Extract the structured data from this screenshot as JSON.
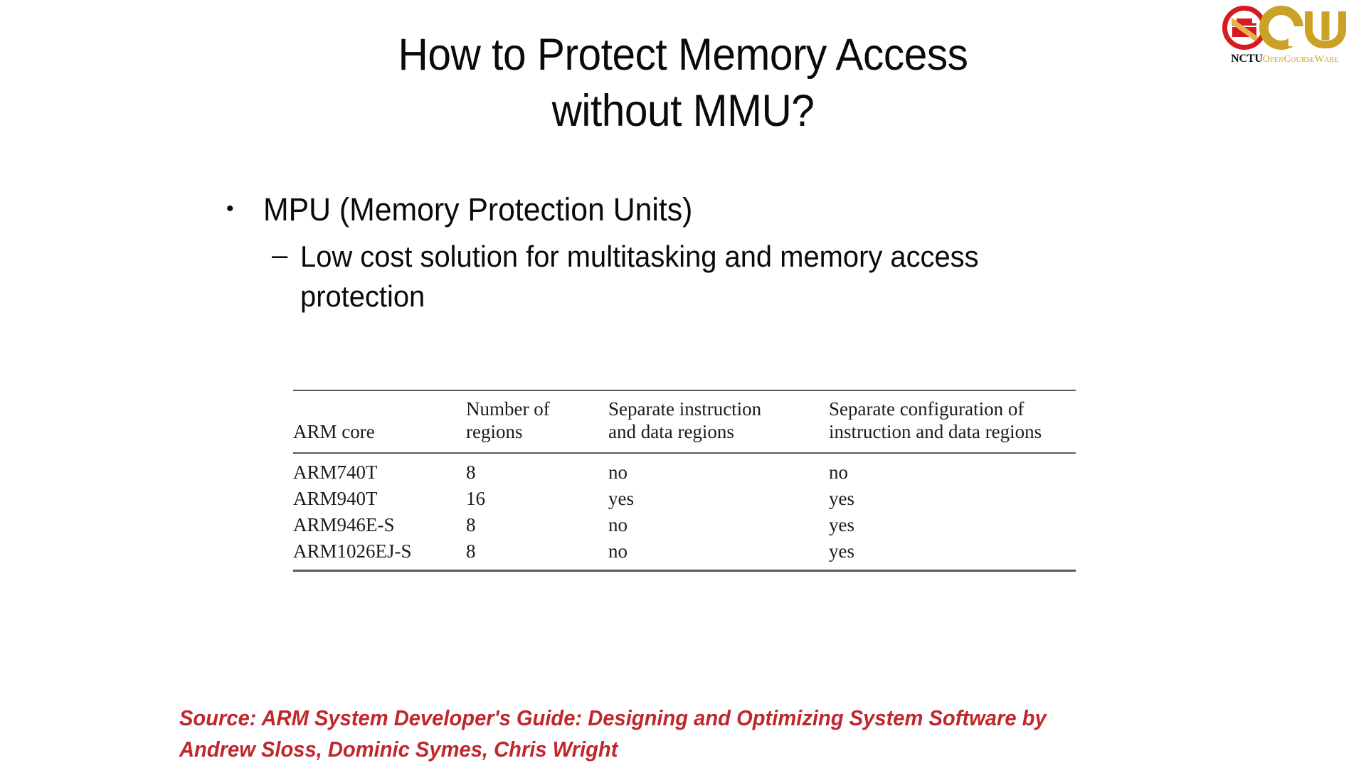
{
  "slide": {
    "title": "How to Protect Memory Access without MMU?",
    "title_lines": [
      "How to Protect Memory Access",
      "without MMU?"
    ],
    "bullets": [
      {
        "level": 1,
        "marker": "•",
        "text": "MPU (Memory Protection Units)"
      },
      {
        "level": 2,
        "marker": "–",
        "text": "Low cost solution for multitasking and memory access protection"
      }
    ],
    "source_lines": [
      "Source: ARM System Developer's Guide: Designing and Optimizing System Software by",
      "Andrew Sloss, Dominic Symes, Chris Wright"
    ],
    "source_color": "#C0272D"
  },
  "logo": {
    "name": "nctu-ocw-logo",
    "letters": [
      "O",
      "C",
      "W"
    ],
    "institution": "NCTU",
    "wordmark": "OpenCourseWare",
    "seal_color": "#D71920",
    "gold_color": "#C9A227"
  },
  "table": {
    "columns": [
      "ARM core",
      "Number of regions",
      "Separate instruction and data regions",
      "Separate configuration of instruction and data regions"
    ],
    "column_lines": [
      [
        "",
        "ARM core"
      ],
      [
        "Number of",
        "regions"
      ],
      [
        "Separate instruction",
        "and data regions"
      ],
      [
        "Separate configuration of",
        "instruction and data regions"
      ]
    ],
    "rows": [
      {
        "core": "ARM740T",
        "regions": "8",
        "separate_instr_data": "no",
        "separate_config": "no"
      },
      {
        "core": "ARM940T",
        "regions": "16",
        "separate_instr_data": "yes",
        "separate_config": "yes"
      },
      {
        "core": "ARM946E-S",
        "regions": "8",
        "separate_instr_data": "no",
        "separate_config": "yes"
      },
      {
        "core": "ARM1026EJ-S",
        "regions": "8",
        "separate_instr_data": "no",
        "separate_config": "yes"
      }
    ]
  }
}
